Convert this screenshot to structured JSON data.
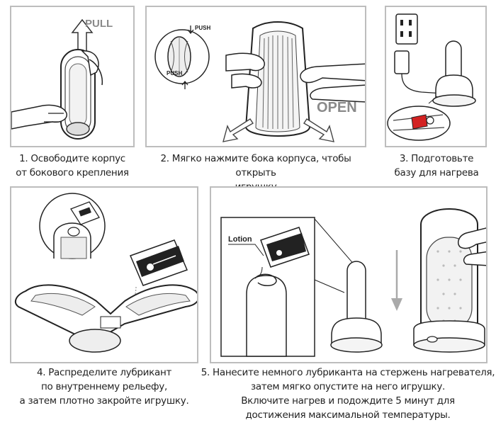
{
  "steps": [
    {
      "number": "1",
      "caption_lines": [
        "1. Освободите корпус",
        "от бокового крепления"
      ],
      "labels": {
        "pull": "PULL"
      }
    },
    {
      "number": "2",
      "caption_lines": [
        "2. Мягко нажмите бока корпуса, чтобы открыть",
        "игрушку"
      ],
      "labels": {
        "push_top": "PUSH",
        "push_bottom": "PUSH",
        "open": "OPEN"
      }
    },
    {
      "number": "3",
      "caption_lines": [
        "3. Подготовьте",
        "базу для нагрева"
      ]
    },
    {
      "number": "4",
      "caption_lines": [
        "4. Распределите лубрикант",
        "по внутреннему рельефу,",
        "а затем плотно закройте игрушку."
      ]
    },
    {
      "number": "5",
      "caption_lines": [
        "5. Нанесите немного лубриканта на стержень нагревателя,",
        "затем мягко опустите на него игрушку.",
        "Включите нагрев и подождите 5 минут для",
        "достижения максимальной температуры."
      ],
      "labels": {
        "lotion": "Lotion"
      }
    }
  ]
}
